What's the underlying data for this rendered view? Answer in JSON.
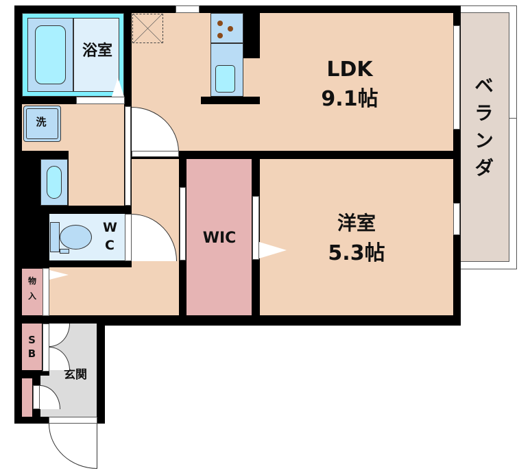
{
  "floorplan": {
    "rooms": {
      "bath": {
        "label": "浴室",
        "color": "#dff0fb"
      },
      "ldk": {
        "label": "LDK",
        "size": "9.1帖",
        "color": "#f2d3b9"
      },
      "veranda": {
        "label": "ベランダ",
        "color": "#e2d6cd"
      },
      "western": {
        "label": "洋室",
        "size": "5.3帖",
        "color": "#f2d3b9"
      },
      "wic": {
        "label": "WIC",
        "color": "#e6b4b4"
      },
      "washer": {
        "label": "洗"
      },
      "wc": {
        "label_w": "W",
        "label_c": "C",
        "color": "#dff0fb"
      },
      "storage": {
        "label_1": "物",
        "label_2": "入",
        "color": "#e6b4b4"
      },
      "shoebox": {
        "label_s": "S",
        "label_b": "B",
        "color": "#e6b4b4"
      },
      "entrance": {
        "label": "玄関",
        "color": "#dcdcdc"
      }
    },
    "colors": {
      "wall": "#000000",
      "floor": "#f2d3b9",
      "fixture": "#b9dcf5",
      "water": "#aaf0ff",
      "bath_tile": "#7ff0ff"
    }
  }
}
